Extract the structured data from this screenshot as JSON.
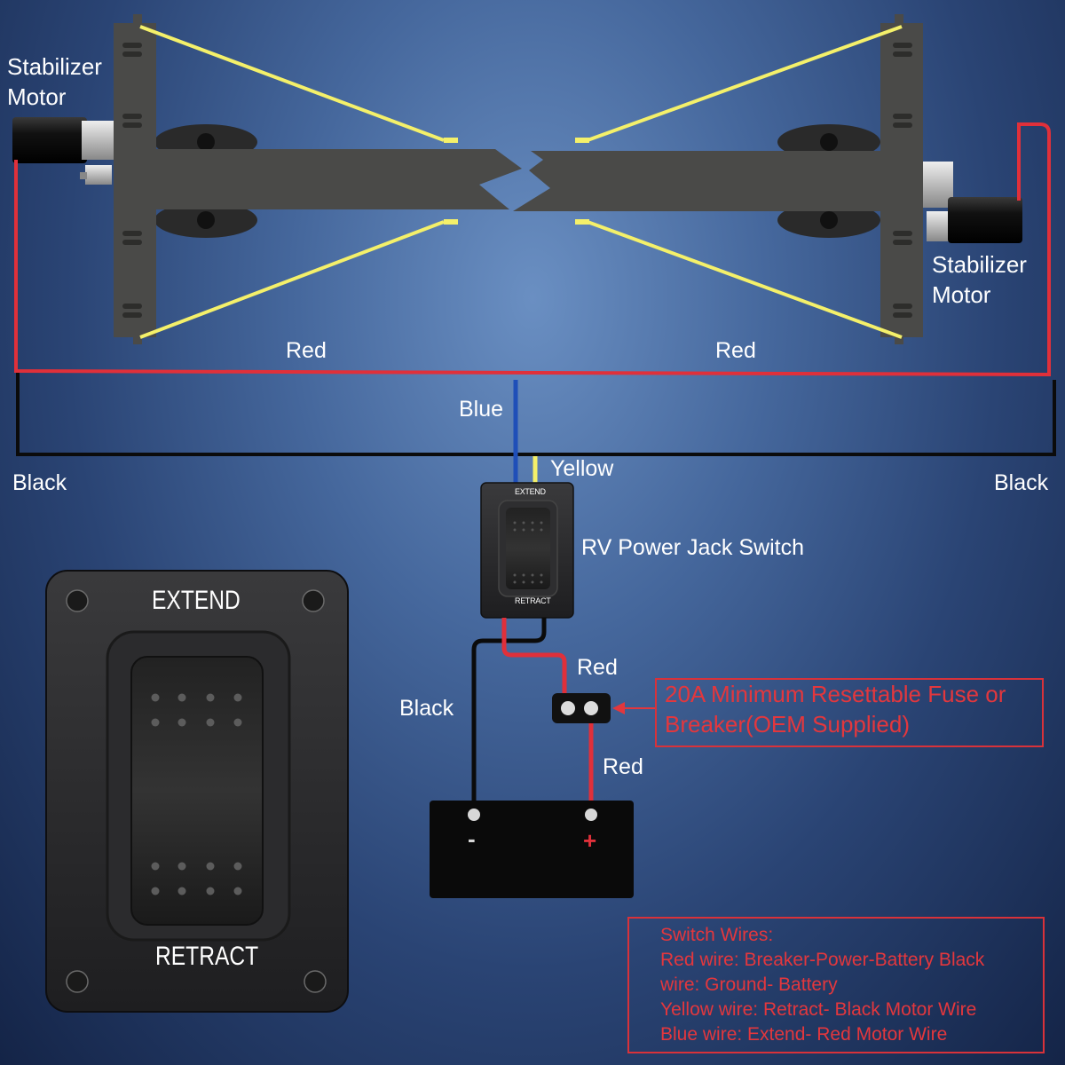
{
  "labels": {
    "motor_left_line1": "Stabilizer",
    "motor_left_line2": "Motor",
    "motor_right_line1": "Stabilizer",
    "motor_right_line2": "Motor",
    "red_left": "Red",
    "red_right": "Red",
    "blue": "Blue",
    "yellow": "Yellow",
    "black_left": "Black",
    "black_right": "Black",
    "switch_name": "RV Power Jack Switch",
    "black_battery": "Black",
    "red_fuse_top": "Red",
    "red_fuse_bottom": "Red"
  },
  "switch": {
    "top_label": "EXTEND",
    "bottom_label": "RETRACT"
  },
  "large_switch": {
    "top_label": "EXTEND",
    "bottom_label": "RETRACT"
  },
  "battery": {
    "negative": "-",
    "positive": "+"
  },
  "fuse_note": {
    "line1": "20A Minimum Resettable Fuse or",
    "line2": "Breaker(OEM Supplied)"
  },
  "switch_wires_note": {
    "heading": "Switch Wires:",
    "lines": [
      "Red wire: Breaker-Power-Battery Black",
      "wire: Ground- Battery",
      "Yellow wire: Retract- Black Motor Wire",
      "Blue wire: Extend- Red Motor Wire"
    ]
  },
  "colors": {
    "red_wire": "#e0303a",
    "black_wire": "#0b0b0b",
    "blue_wire": "#1f4fb8",
    "yellow_wire": "#f4f06a",
    "note_red": "#e3373d"
  }
}
